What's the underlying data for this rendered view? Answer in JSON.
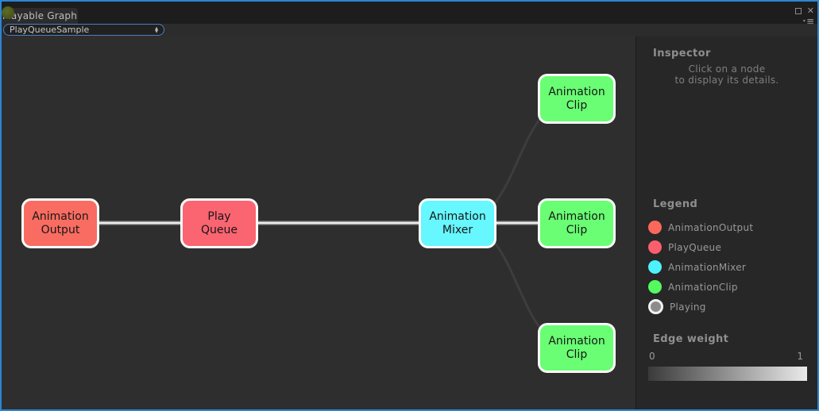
{
  "window": {
    "tab_title": "Playable Graph"
  },
  "icons": {
    "close": "✕",
    "menu_triangle": "▾",
    "menu_lines": "≡",
    "dropdown_up": "▲",
    "dropdown_down": "▼"
  },
  "toolbar": {
    "graph_selector_value": "PlayQueueSample"
  },
  "graph": {
    "nodes": [
      {
        "id": "AnimationOutput",
        "label": "Animation\nOutput",
        "color": "#f96c61"
      },
      {
        "id": "PlayQueue",
        "label": "Play\nQueue",
        "color": "#fb6471"
      },
      {
        "id": "AnimationMixer",
        "label": "Animation\nMixer",
        "color": "#66f7ff"
      },
      {
        "id": "AnimationClip-top",
        "label": "Animation\nClip",
        "color": "#69fe73"
      },
      {
        "id": "AnimationClip-middle",
        "label": "Animation\nClip",
        "color": "#69fe73"
      },
      {
        "id": "AnimationClip-bottom",
        "label": "Animation\nClip",
        "color": "#69fe73"
      }
    ],
    "edges": [
      {
        "from": "AnimationOutput",
        "to": "PlayQueue",
        "weight": 1
      },
      {
        "from": "PlayQueue",
        "to": "AnimationMixer",
        "weight": 1
      },
      {
        "from": "AnimationMixer",
        "to": "AnimationClip-top",
        "weight": 0
      },
      {
        "from": "AnimationMixer",
        "to": "AnimationClip-middle",
        "weight": 1
      },
      {
        "from": "AnimationMixer",
        "to": "AnimationClip-bottom",
        "weight": 0
      }
    ]
  },
  "inspector": {
    "title": "Inspector",
    "hint": "Click on a node\nto display its details."
  },
  "legend": {
    "title": "Legend",
    "items": [
      {
        "label": "AnimationOutput",
        "color": "#fa685c"
      },
      {
        "label": "PlayQueue",
        "color": "#fb5e6d"
      },
      {
        "label": "AnimationMixer",
        "color": "#4df2fe"
      },
      {
        "label": "AnimationClip",
        "color": "#55fa5e"
      },
      {
        "label": "Playing",
        "color": "#8c8c8c"
      }
    ]
  },
  "edge_weight": {
    "title": "Edge weight",
    "min_label": "0",
    "max_label": "1",
    "gradient_start": "#3a3a3a",
    "gradient_end": "#eaeaea"
  }
}
